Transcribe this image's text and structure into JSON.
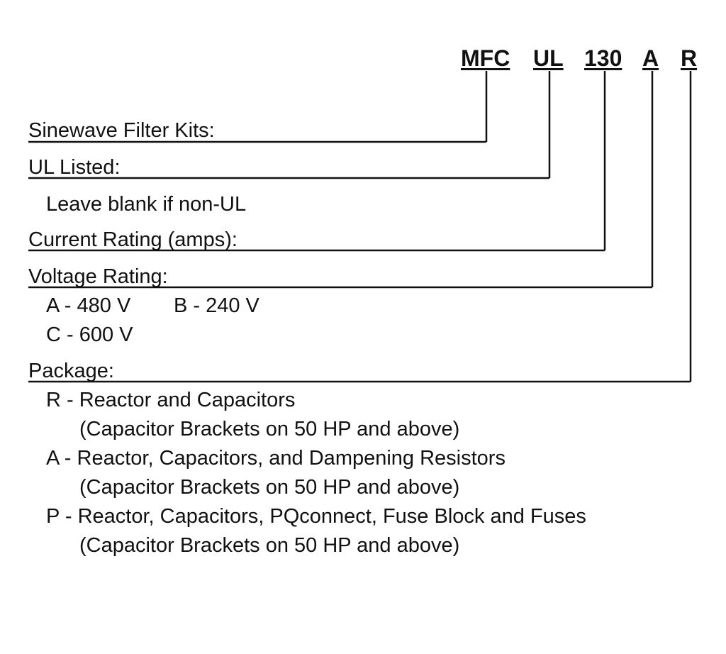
{
  "code": {
    "segments": [
      "MFC",
      "UL",
      "130",
      "A",
      "R"
    ]
  },
  "sections": {
    "filter_kits": {
      "label": "Sinewave Filter Kits:"
    },
    "ul_listed": {
      "label": "UL Listed:",
      "note": "Leave blank if non-UL"
    },
    "current": {
      "label": "Current Rating (amps):"
    },
    "voltage": {
      "label": "Voltage Rating:",
      "options": [
        "A - 480 V",
        "B - 240 V",
        "C - 600 V"
      ]
    },
    "package": {
      "label": "Package:",
      "options": [
        {
          "main": "R - Reactor and Capacitors",
          "detail": "(Capacitor Brackets on 50 HP and above)"
        },
        {
          "main": "A - Reactor, Capacitors, and Dampening Resistors",
          "detail": "(Capacitor Brackets on 50 HP and above)"
        },
        {
          "main": "P - Reactor, Capacitors, PQconnect, Fuse Block and Fuses",
          "detail": "(Capacitor Brackets on 50 HP and above)"
        }
      ]
    }
  }
}
